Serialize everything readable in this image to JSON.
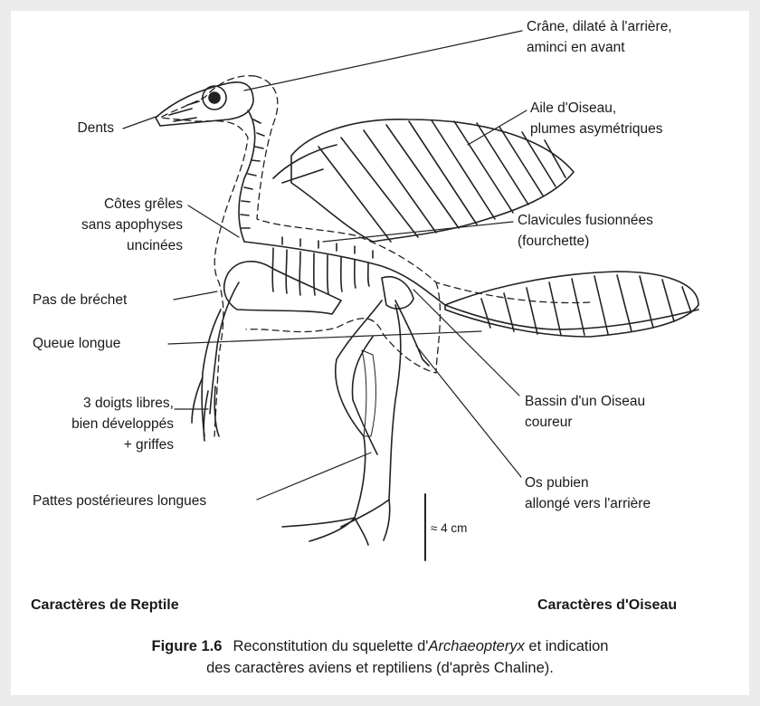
{
  "labels": {
    "crane": [
      "Crâne, dilaté à l'arrière,",
      "aminci en avant"
    ],
    "aile": [
      "Aile d'Oiseau,",
      "plumes asymétriques"
    ],
    "clavicules": [
      "Clavicules fusionnées",
      "(fourchette)"
    ],
    "bassin": [
      "Bassin d'un Oiseau",
      "coureur"
    ],
    "pubien": [
      "Os pubien",
      "allongé vers l'arrière"
    ],
    "dents": "Dents",
    "cotes": [
      "Côtes grêles",
      "sans apophyses",
      "uncinées"
    ],
    "brechet": "Pas de bréchet",
    "queue": "Queue longue",
    "doigts": [
      "3 doigts libres,",
      "bien développés",
      "+ griffes"
    ],
    "pattes": "Pattes postérieures longues",
    "scale": "≈ 4 cm"
  },
  "headings": {
    "reptile": "Caractères de Reptile",
    "oiseau": "Caractères d'Oiseau"
  },
  "caption": {
    "figure": "Figure 1.6",
    "text_before": "Reconstitution du squelette d'",
    "italic": "Archaeopteryx",
    "text_after": " et indication",
    "line2": "des caractères aviens et reptiliens (d'après Chaline)."
  }
}
